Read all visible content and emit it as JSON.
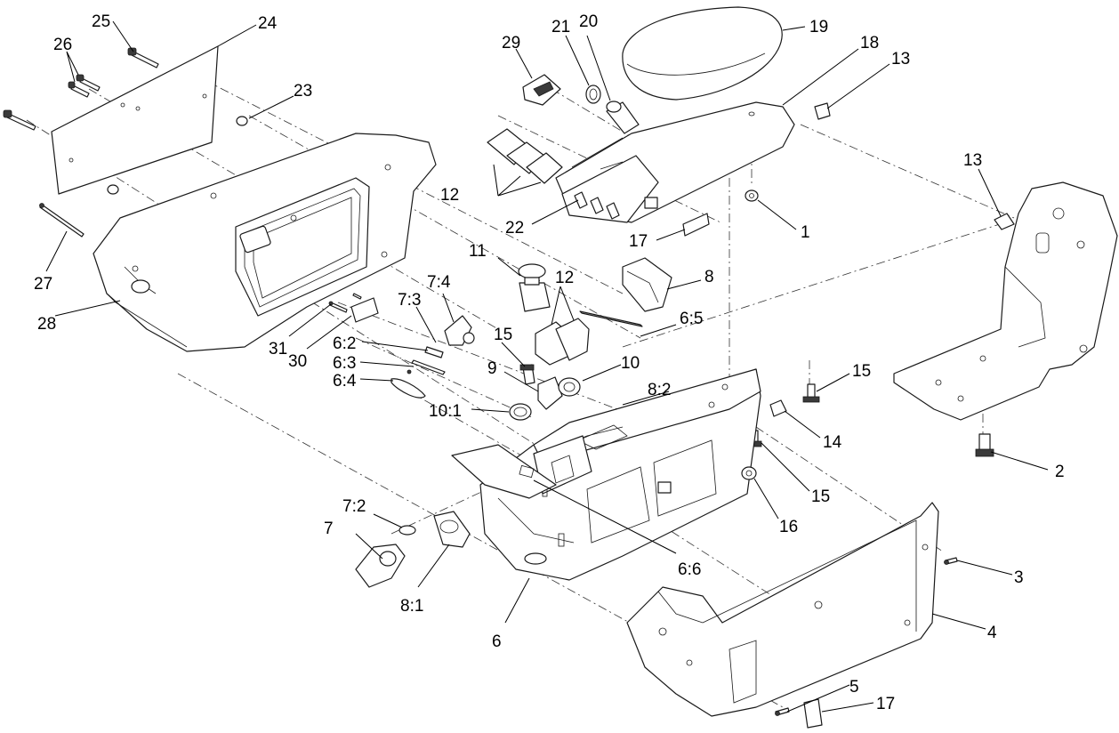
{
  "callouts": [
    {
      "id": "c1",
      "text": "1"
    },
    {
      "id": "c2",
      "text": "2"
    },
    {
      "id": "c3",
      "text": "3"
    },
    {
      "id": "c4",
      "text": "4"
    },
    {
      "id": "c5",
      "text": "5"
    },
    {
      "id": "c6",
      "text": "6"
    },
    {
      "id": "c6_2",
      "text": "6:2"
    },
    {
      "id": "c6_3",
      "text": "6:3"
    },
    {
      "id": "c6_4",
      "text": "6:4"
    },
    {
      "id": "c6_5",
      "text": "6:5"
    },
    {
      "id": "c6_6",
      "text": "6:6"
    },
    {
      "id": "c7",
      "text": "7"
    },
    {
      "id": "c7_2",
      "text": "7:2"
    },
    {
      "id": "c7_3",
      "text": "7:3"
    },
    {
      "id": "c7_4",
      "text": "7:4"
    },
    {
      "id": "c8",
      "text": "8"
    },
    {
      "id": "c8_1",
      "text": "8:1"
    },
    {
      "id": "c8_2",
      "text": "8:2"
    },
    {
      "id": "c9",
      "text": "9"
    },
    {
      "id": "c10",
      "text": "10"
    },
    {
      "id": "c10_1",
      "text": "10:1"
    },
    {
      "id": "c11",
      "text": "11"
    },
    {
      "id": "c12a",
      "text": "12"
    },
    {
      "id": "c12b",
      "text": "12"
    },
    {
      "id": "c13a",
      "text": "13"
    },
    {
      "id": "c13b",
      "text": "13"
    },
    {
      "id": "c14",
      "text": "14"
    },
    {
      "id": "c15a",
      "text": "15"
    },
    {
      "id": "c15b",
      "text": "15"
    },
    {
      "id": "c15c",
      "text": "15"
    },
    {
      "id": "c16",
      "text": "16"
    },
    {
      "id": "c17a",
      "text": "17"
    },
    {
      "id": "c17b",
      "text": "17"
    },
    {
      "id": "c18",
      "text": "18"
    },
    {
      "id": "c19",
      "text": "19"
    },
    {
      "id": "c20",
      "text": "20"
    },
    {
      "id": "c21",
      "text": "21"
    },
    {
      "id": "c22",
      "text": "22"
    },
    {
      "id": "c23",
      "text": "23"
    },
    {
      "id": "c24",
      "text": "24"
    },
    {
      "id": "c25",
      "text": "25"
    },
    {
      "id": "c26",
      "text": "26"
    },
    {
      "id": "c27",
      "text": "27"
    },
    {
      "id": "c28",
      "text": "28"
    },
    {
      "id": "c29",
      "text": "29"
    },
    {
      "id": "c30",
      "text": "30"
    },
    {
      "id": "c31",
      "text": "31"
    }
  ]
}
